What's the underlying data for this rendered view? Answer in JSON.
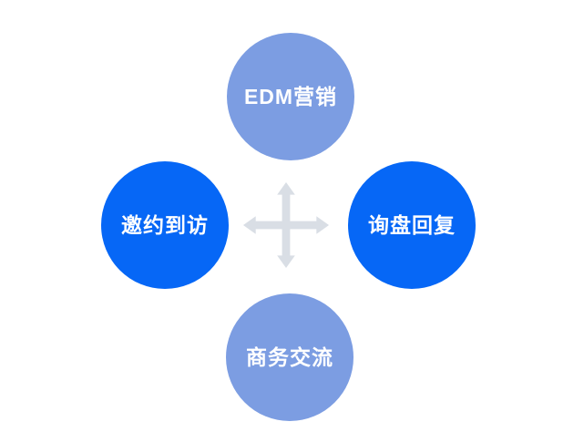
{
  "diagram": {
    "background_color": "#ffffff",
    "text_color": "#ffffff",
    "nodes": {
      "top": {
        "label": "EDM营销",
        "color": "#7C9DE2"
      },
      "left": {
        "label": "邀约到访",
        "color": "#0667F6"
      },
      "right": {
        "label": "询盘回复",
        "color": "#0667F6"
      },
      "bottom": {
        "label": "商务交流",
        "color": "#7C9DE2"
      }
    },
    "connector": {
      "icon": "four-way-arrow-icon",
      "color": "#D9DEE5"
    }
  }
}
